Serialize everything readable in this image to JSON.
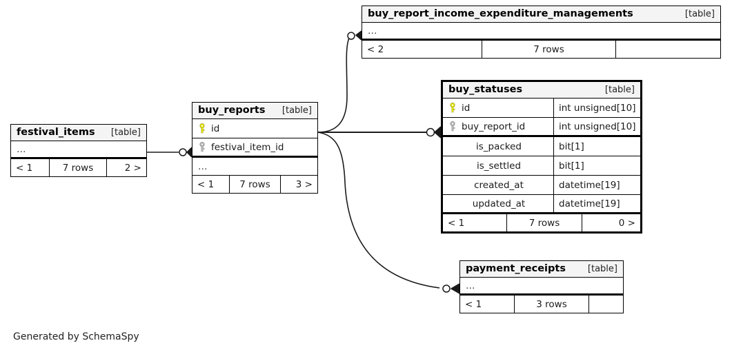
{
  "diagram": {
    "credit": "Generated by SchemaSpy",
    "table_tag": "[table]",
    "ellipsis": "…",
    "colors": {
      "pk_key": "#e8e80d",
      "fk_key": "#b0b0b0",
      "header_bg": "#f4f4f4",
      "border": "#000000"
    }
  },
  "tables": [
    {
      "id": "festival_items",
      "name": "festival_items",
      "tag": "[table]",
      "has_ellipsis": true,
      "columns": [],
      "footer": {
        "left": "< 1",
        "middle": "7 rows",
        "right": "2 >"
      }
    },
    {
      "id": "buy_reports",
      "name": "buy_reports",
      "tag": "[table]",
      "has_ellipsis": true,
      "columns": [
        {
          "name": "id",
          "type": "",
          "key": "pk"
        },
        {
          "name": "festival_item_id",
          "type": "",
          "key": "fk"
        }
      ],
      "footer": {
        "left": "< 1",
        "middle": "7 rows",
        "right": "3 >"
      }
    },
    {
      "id": "buy_report_income_expenditure_managements",
      "name": "buy_report_income_expenditure_managements",
      "tag": "[table]",
      "has_ellipsis": true,
      "columns": [],
      "footer": {
        "left": "< 2",
        "middle": "7 rows",
        "right": ""
      }
    },
    {
      "id": "buy_statuses",
      "name": "buy_statuses",
      "tag": "[table]",
      "highlighted": true,
      "has_ellipsis": false,
      "columns": [
        {
          "name": "id",
          "type": "int unsigned[10]",
          "key": "pk"
        },
        {
          "name": "buy_report_id",
          "type": "int unsigned[10]",
          "key": "fk"
        },
        {
          "name": "is_packed",
          "type": "bit[1]",
          "key": ""
        },
        {
          "name": "is_settled",
          "type": "bit[1]",
          "key": ""
        },
        {
          "name": "created_at",
          "type": "datetime[19]",
          "key": ""
        },
        {
          "name": "updated_at",
          "type": "datetime[19]",
          "key": ""
        }
      ],
      "footer": {
        "left": "< 1",
        "middle": "7 rows",
        "right": "0 >"
      }
    },
    {
      "id": "payment_receipts",
      "name": "payment_receipts",
      "tag": "[table]",
      "has_ellipsis": true,
      "columns": [],
      "footer": {
        "left": "< 1",
        "middle": "3 rows",
        "right": ""
      }
    }
  ],
  "relationships": [
    {
      "from": "buy_reports",
      "to": "festival_items",
      "cardinality": "zero-or-more"
    },
    {
      "from": "buy_reports",
      "to": "buy_report_income_expenditure_managements",
      "cardinality": "zero-or-more"
    },
    {
      "from": "buy_reports",
      "to": "buy_statuses",
      "cardinality": "zero-or-more"
    },
    {
      "from": "buy_reports",
      "to": "payment_receipts",
      "cardinality": "zero-or-more"
    }
  ]
}
